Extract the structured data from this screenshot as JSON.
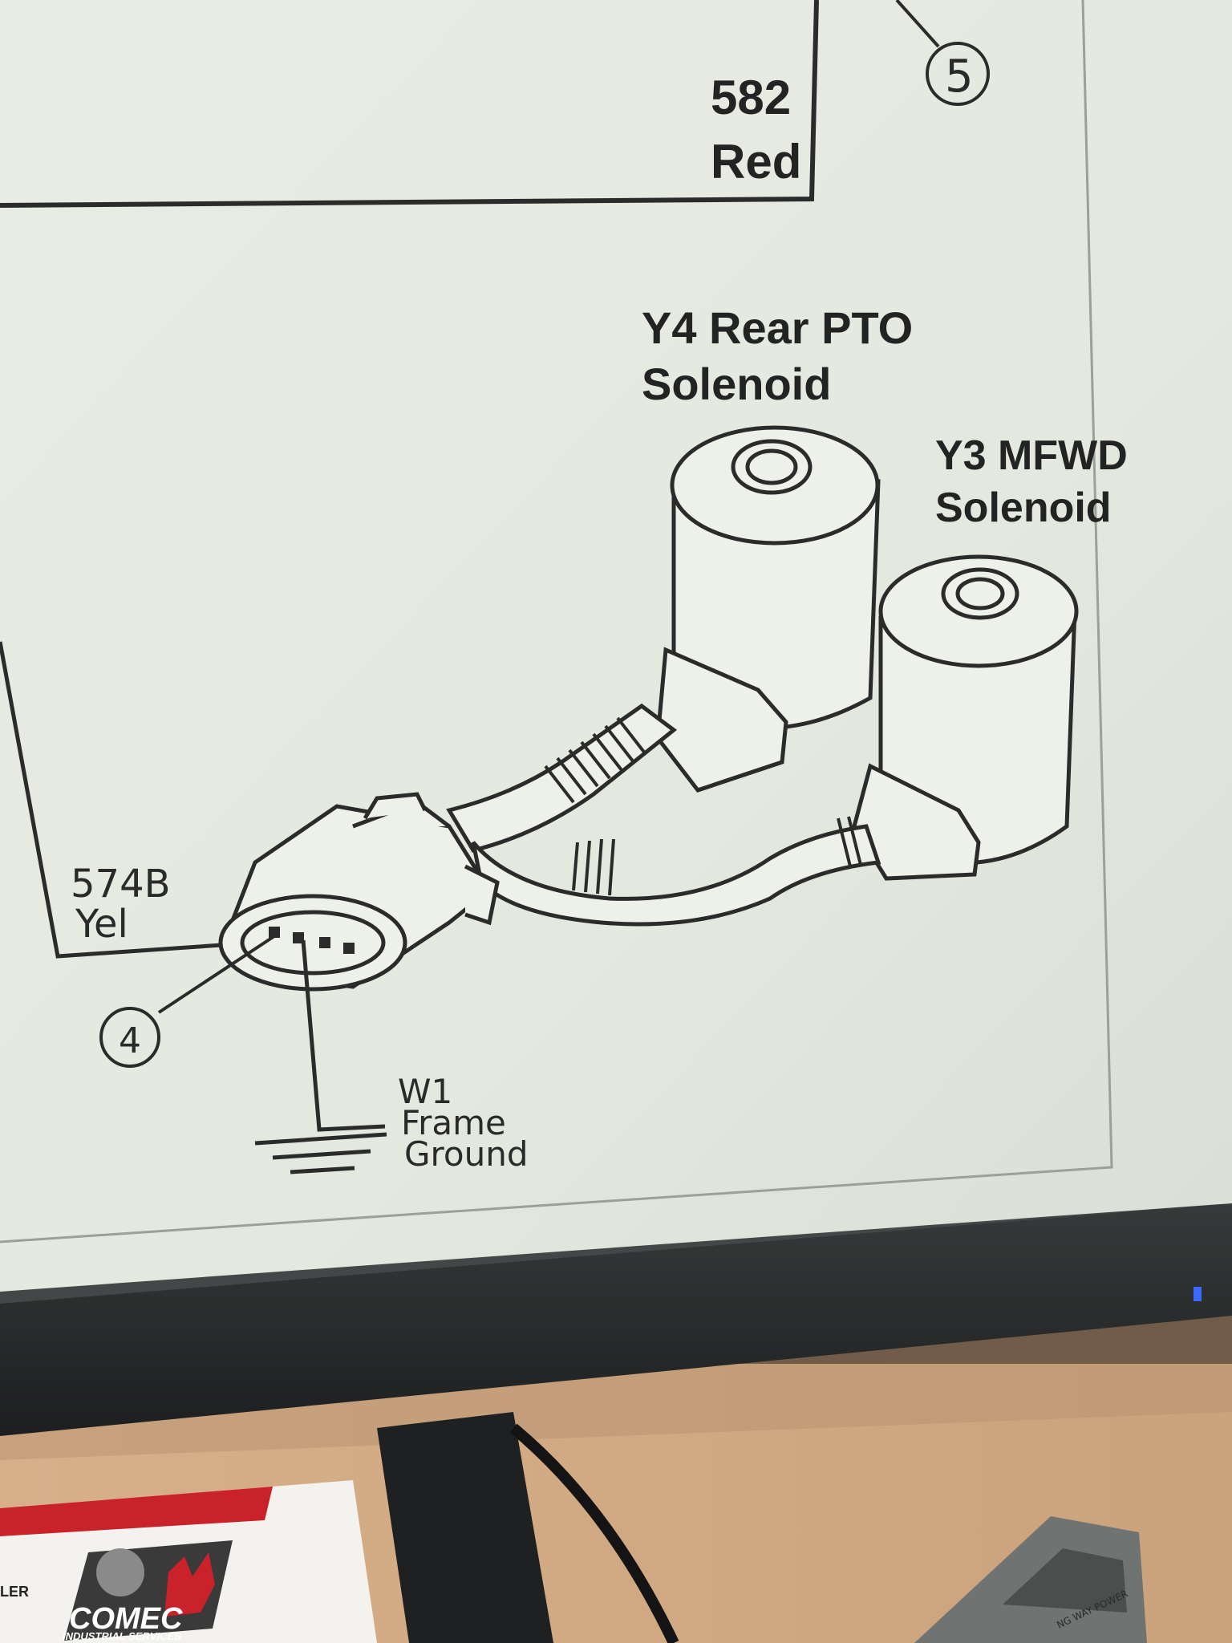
{
  "diagram": {
    "wire_top": {
      "number": "582",
      "color": "Red"
    },
    "callout_top": "5",
    "solenoid_rear": {
      "line1": "Y4 Rear PTO",
      "line2": "Solenoid"
    },
    "solenoid_mfwd": {
      "line1": "Y3 MFWD",
      "line2": "Solenoid"
    },
    "wire_left": {
      "number": "574B",
      "color": "Yel"
    },
    "callout_connector": "4",
    "ground": {
      "line1": "W1",
      "line2": "Frame",
      "line3": "Ground"
    }
  },
  "desk": {
    "card_brand": "COMEC",
    "card_subtitle": "INDUSTRIAL SERVICES",
    "card_left_text": "LER",
    "device_text": "NG WAY POWER"
  },
  "colors": {
    "screen_bg": "#e6ebe1",
    "line": "#2b2b2b",
    "bezel": "#26282a",
    "led": "#3a6bff",
    "card_red": "#c9222a"
  }
}
